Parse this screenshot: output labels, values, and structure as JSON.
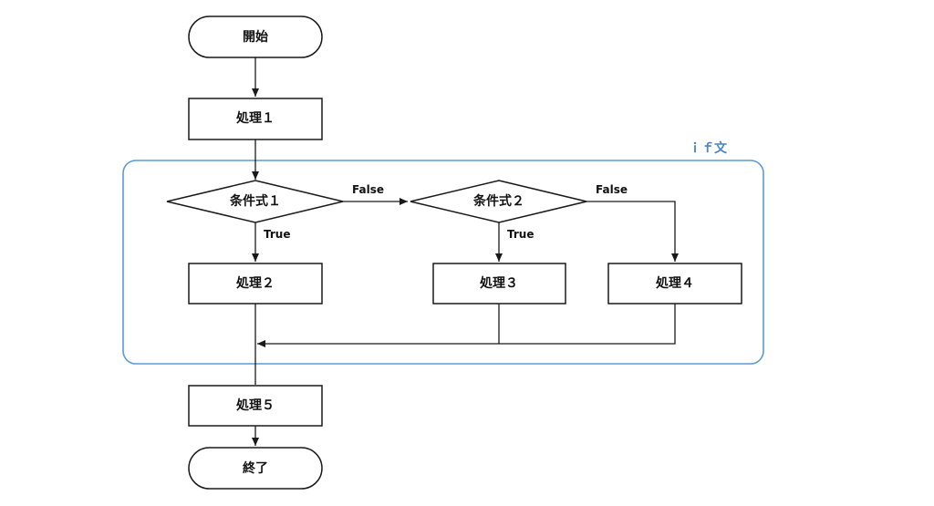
{
  "colors": {
    "stroke": "#1a1a1a",
    "group_border": "#5b9bd5",
    "group_label": "#4a86c5",
    "background": "#ffffff"
  },
  "group": {
    "label": "ｉｆ文"
  },
  "nodes": {
    "start": "開始",
    "process1": "処理１",
    "cond1": "条件式１",
    "cond2": "条件式２",
    "process2": "処理２",
    "process3": "処理３",
    "process4": "処理４",
    "process5": "処理５",
    "end": "終了"
  },
  "edges": {
    "cond1_false": "False",
    "cond1_true": "True",
    "cond2_false": "False",
    "cond2_true": "True"
  }
}
